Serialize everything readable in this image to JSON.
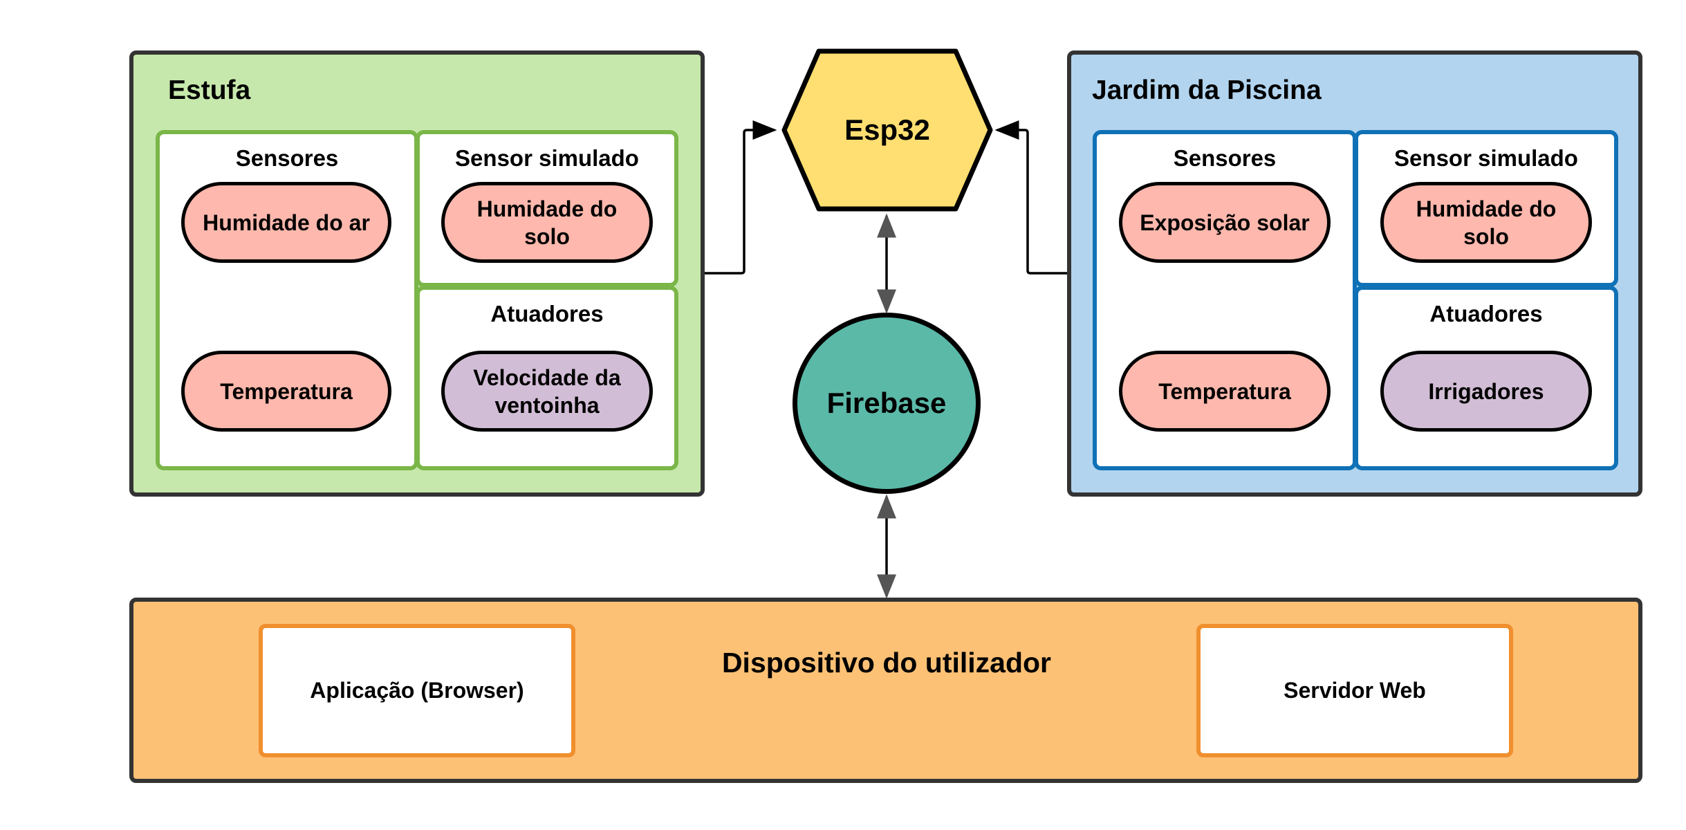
{
  "colors": {
    "estufa_bg": "#c7e8ac",
    "estufa_border": "#7ab648",
    "jardim_bg": "#b2d4ef",
    "jardim_border": "#1071b6",
    "esp_fill": "#ffdf71",
    "firebase_fill": "#5bb9a8",
    "user_bg": "#fdc175",
    "user_border": "#f08f2d",
    "sensor_fill": "#feb8ad",
    "actuator_fill": "#d2bdd6"
  },
  "estufa": {
    "title": "Estufa",
    "sensors_label": "Sensores",
    "sensors": [
      "Humidade do ar",
      "Temperatura"
    ],
    "simulated_label": "Sensor simulado",
    "simulated": "Humidade do solo",
    "actuators_label": "Atuadores",
    "actuator": "Velocidade da ventoinha"
  },
  "jardim": {
    "title": "Jardim da Piscina",
    "sensors_label": "Sensores",
    "sensors": [
      "Exposição solar",
      "Temperatura"
    ],
    "simulated_label": "Sensor simulado",
    "simulated": "Humidade do solo",
    "actuators_label": "Atuadores",
    "actuator": "Irrigadores"
  },
  "esp32": {
    "label": "Esp32"
  },
  "firebase": {
    "label": "Firebase"
  },
  "user_device": {
    "title": "Dispositivo do utilizador",
    "app": "Aplicação (Browser)",
    "server": "Servidor Web"
  }
}
